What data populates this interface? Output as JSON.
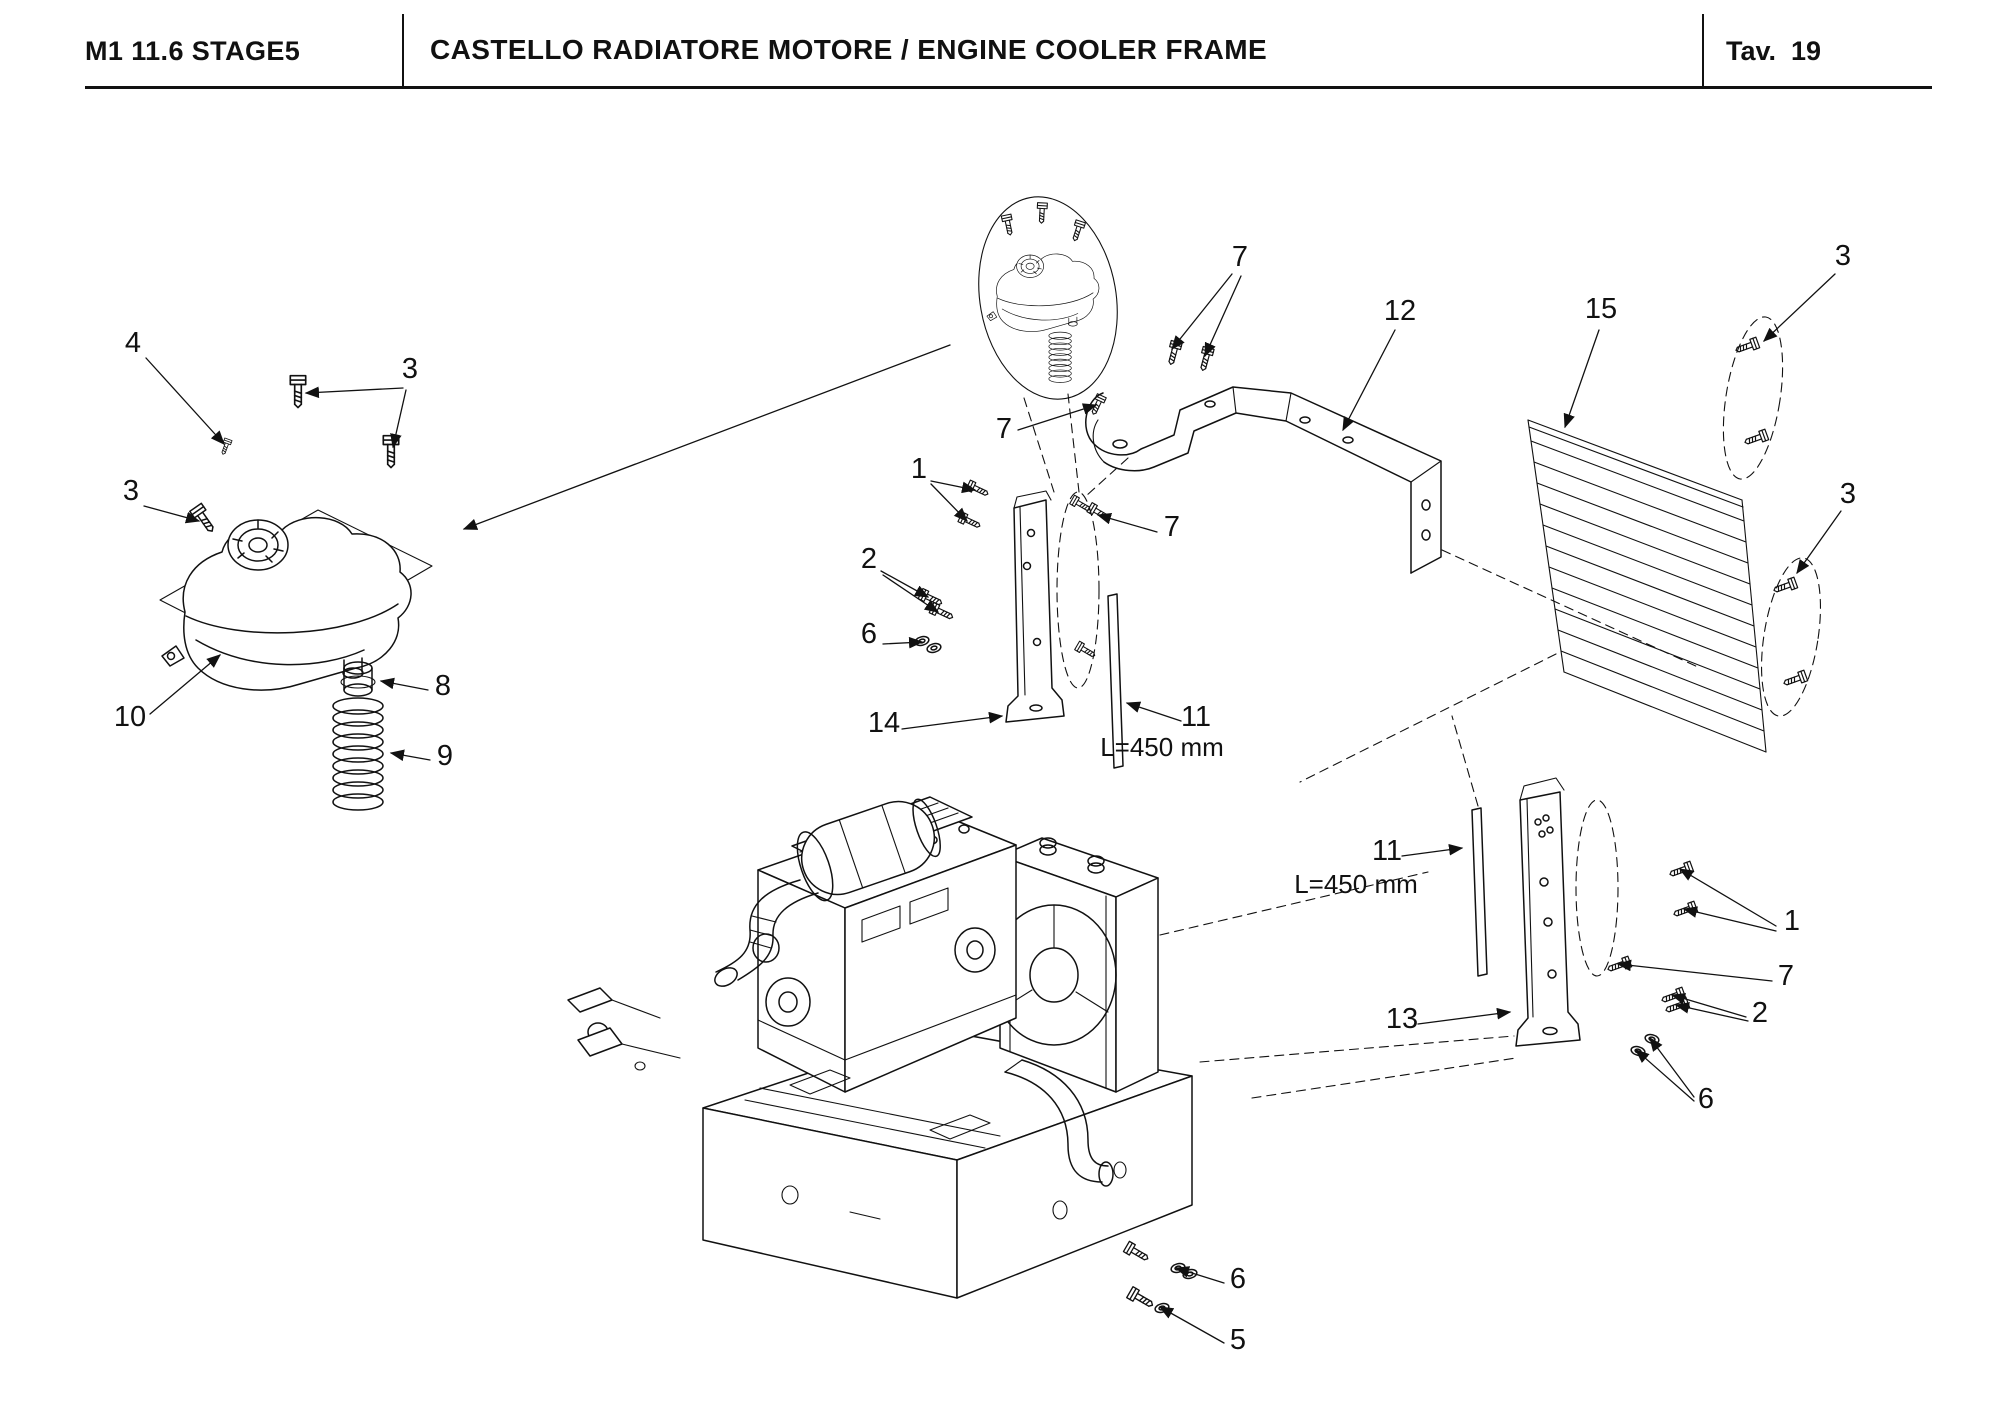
{
  "header": {
    "model": "M1 11.6 STAGE5",
    "title": "CASTELLO RADIATORE MOTORE / ENGINE COOLER FRAME",
    "table_label": "Tav.  19"
  },
  "drawing": {
    "rod_length_label_1": "L=450 mm",
    "rod_length_label_2": "L=450 mm"
  },
  "callouts": [
    {
      "label": "4"
    },
    {
      "label": "3"
    },
    {
      "label": "3"
    },
    {
      "label": "10"
    },
    {
      "label": "8"
    },
    {
      "label": "9"
    },
    {
      "label": "7"
    },
    {
      "label": "7"
    },
    {
      "label": "12"
    },
    {
      "label": "15"
    },
    {
      "label": "3"
    },
    {
      "label": "3"
    },
    {
      "label": "1"
    },
    {
      "label": "7"
    },
    {
      "label": "2"
    },
    {
      "label": "6"
    },
    {
      "label": "14"
    },
    {
      "label": "11"
    },
    {
      "label": "11"
    },
    {
      "label": "13"
    },
    {
      "label": "1"
    },
    {
      "label": "7"
    },
    {
      "label": "2"
    },
    {
      "label": "6"
    },
    {
      "label": "6"
    },
    {
      "label": "5"
    }
  ]
}
